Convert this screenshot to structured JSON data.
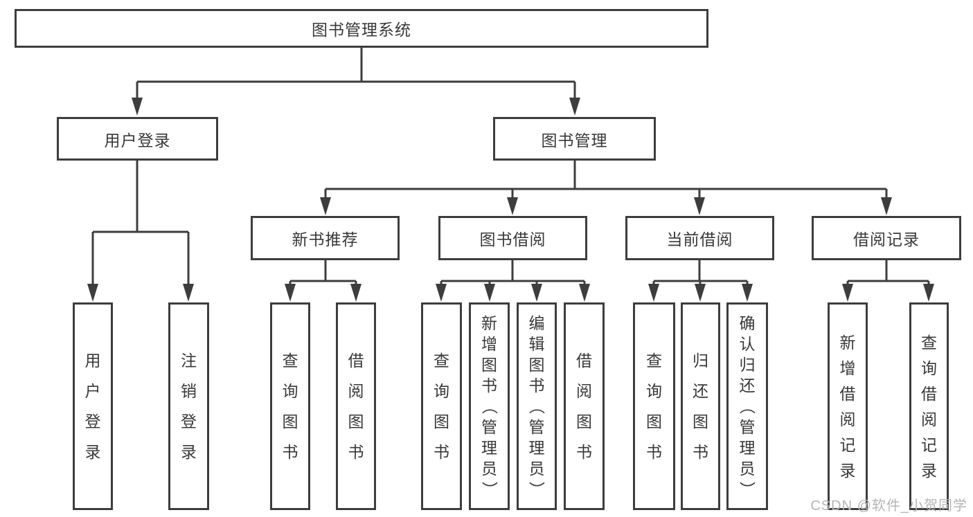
{
  "root": {
    "id": "library-system",
    "label": "图书管理系统"
  },
  "level1": [
    {
      "id": "user-login",
      "label": "用户登录"
    },
    {
      "id": "book-mgmt",
      "label": "图书管理"
    }
  ],
  "level2": [
    {
      "id": "new-book-rec",
      "label": "新书推荐"
    },
    {
      "id": "book-borrow",
      "label": "图书借阅"
    },
    {
      "id": "current-borrow",
      "label": "当前借阅"
    },
    {
      "id": "borrow-records",
      "label": "借阅记录"
    }
  ],
  "leaves": [
    {
      "id": "leaf-user-login",
      "label": "用户登录"
    },
    {
      "id": "leaf-logout",
      "label": "注销登录"
    },
    {
      "id": "leaf-query-book-1",
      "label": "查询图书"
    },
    {
      "id": "leaf-borrow-book-1",
      "label": "借阅图书"
    },
    {
      "id": "leaf-query-book-2",
      "label": "查询图书"
    },
    {
      "id": "leaf-add-book",
      "label": "新增图书（管理员）"
    },
    {
      "id": "leaf-edit-book",
      "label": "编辑图书（管理员）"
    },
    {
      "id": "leaf-borrow-book-2",
      "label": "借阅图书"
    },
    {
      "id": "leaf-query-book-3",
      "label": "查询图书"
    },
    {
      "id": "leaf-return-book",
      "label": "归还图书"
    },
    {
      "id": "leaf-confirm-return",
      "label": "确认归还（管理员）"
    },
    {
      "id": "leaf-add-record",
      "label": "新增借阅记录"
    },
    {
      "id": "leaf-query-record",
      "label": "查询借阅记录"
    }
  ],
  "watermark": {
    "text": "CSDN @软件_小贺同学"
  },
  "colors": {
    "line": "#3d3d3d",
    "text": "#383838",
    "watermark": "#b5b5b5",
    "background": "#ffffff"
  }
}
